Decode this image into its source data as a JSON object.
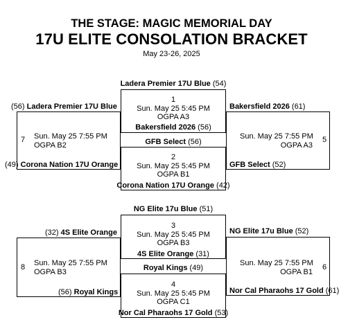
{
  "header": {
    "line1": "THE STAGE: MAGIC MEMORIAL DAY",
    "line2": "17U ELITE CONSOLATION BRACKET",
    "dates": "May 23-26, 2025"
  },
  "games": {
    "g1": {
      "num": "1",
      "time": "Sun. May 25 5:45 PM",
      "field": "OGPA A3",
      "top": {
        "name": "Ladera Premier 17U Blue",
        "score": "(54)"
      },
      "bottom": {
        "name": "Bakersfield 2026",
        "score": "(56)"
      }
    },
    "g2": {
      "num": "2",
      "time": "Sun. May 25 5:45 PM",
      "field": "OGPA B1",
      "top": {
        "name": "GFB Select",
        "score": "(56)"
      },
      "bottom": {
        "name": "Corona Nation 17U Orange",
        "score": "(42)"
      }
    },
    "g3": {
      "num": "3",
      "time": "Sun. May 25 5:45 PM",
      "field": "OGPA B3",
      "top": {
        "name": "NG Elite 17u Blue",
        "score": "(51)"
      },
      "bottom": {
        "name": "4S Elite Orange",
        "score": "(31)"
      }
    },
    "g4": {
      "num": "4",
      "time": "Sun. May 25 5:45 PM",
      "field": "OGPA C1",
      "top": {
        "name": "Royal Kings",
        "score": "(49)"
      },
      "bottom": {
        "name": "Nor Cal Pharaohs 17 Gold",
        "score": "(53)"
      }
    },
    "g7": {
      "num": "7",
      "time": "Sun. May 25 7:55 PM",
      "field": "OGPA B2",
      "top": {
        "name": "Ladera Premier 17U Blue",
        "score": "(56)"
      },
      "bottom": {
        "name": "Corona Nation 17U Orange",
        "score": "(49)"
      }
    },
    "g5": {
      "num": "5",
      "time": "Sun. May 25 7:55 PM",
      "field": "OGPA A3",
      "top": {
        "name": "Bakersfield 2026",
        "score": "(61)"
      },
      "bottom": {
        "name": "GFB Select",
        "score": "(52)"
      }
    },
    "g8": {
      "num": "8",
      "time": "Sun. May 25 7:55 PM",
      "field": "OGPA B3",
      "top": {
        "name": "4S Elite Orange",
        "score": "(32)"
      },
      "bottom": {
        "name": "Royal Kings",
        "score": "(56)"
      }
    },
    "g6": {
      "num": "6",
      "time": "Sun. May 25 7:55 PM",
      "field": "OGPA B1",
      "top": {
        "name": "NG Elite 17u Blue",
        "score": "(52)"
      },
      "bottom": {
        "name": "Nor Cal Pharaohs 17 Gold",
        "score": "(61)"
      }
    }
  }
}
